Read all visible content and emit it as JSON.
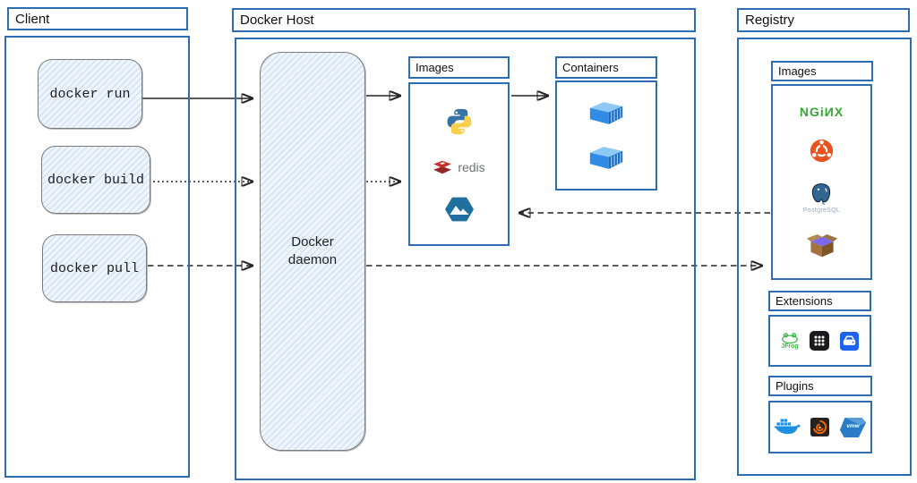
{
  "client": {
    "title": "Client",
    "commands": [
      {
        "label": "docker run"
      },
      {
        "label": "docker build"
      },
      {
        "label": "docker pull"
      }
    ]
  },
  "docker_host": {
    "title": "Docker Host",
    "daemon_label": "Docker daemon",
    "images": {
      "title": "Images",
      "items": [
        "python",
        "redis",
        "alpine"
      ],
      "redis_label": "redis"
    },
    "containers": {
      "title": "Containers",
      "items": [
        "container",
        "container"
      ]
    }
  },
  "registry": {
    "title": "Registry",
    "images": {
      "title": "Images",
      "items": [
        "nginx",
        "ubuntu",
        "postgresql",
        "busybox"
      ],
      "nginx_label": "NGiИX",
      "postgresql_label": "PostgreSQL"
    },
    "extensions": {
      "title": "Extensions",
      "items": [
        "jfrog",
        "app-grid",
        "disk-usage"
      ],
      "jfrog_label": "JFrog"
    },
    "plugins": {
      "title": "Plugins",
      "items": [
        "docker-whale",
        "grafana",
        "vmware"
      ],
      "vmware_label": "vmw"
    }
  },
  "connections": [
    {
      "from": "docker-run",
      "to": "docker-daemon",
      "style": "solid"
    },
    {
      "from": "docker-daemon",
      "to": "host-images",
      "style": "solid"
    },
    {
      "from": "host-images",
      "to": "containers",
      "style": "solid"
    },
    {
      "from": "docker-build",
      "to": "docker-daemon",
      "style": "dotted"
    },
    {
      "from": "docker-daemon",
      "to": "host-images",
      "style": "dotted"
    },
    {
      "from": "docker-pull",
      "to": "registry-images",
      "style": "dashed"
    },
    {
      "from": "registry-images",
      "to": "host-images",
      "style": "dashed"
    }
  ],
  "colors": {
    "box_border": "#2e6db4",
    "sketch_border": "#7a7a7a",
    "sketch_fill": "#edf4fb",
    "arrow": "#242424",
    "nginx_green": "#35a832",
    "redis_red": "#c6302b",
    "ubuntu_orange": "#e9531f",
    "postgres_blue": "#336791",
    "alpine_blue": "#1f6f9f",
    "container_blue": "#2f8be4",
    "docker_blue": "#1d8fe1",
    "jfrog_green": "#43b649",
    "grafana_orange": "#f46800",
    "vmware_blue": "#2a7cc7",
    "text": "#111111"
  }
}
